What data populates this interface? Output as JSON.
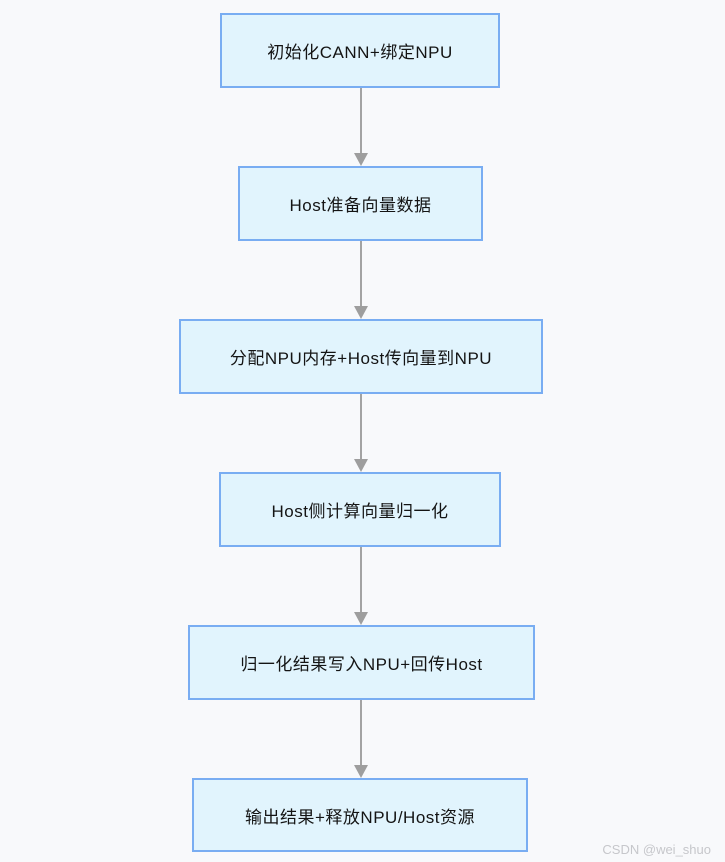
{
  "flowchart": {
    "type": "vertical-flow",
    "nodes": [
      {
        "id": "init-cann",
        "label": "初始化CANN+绑定NPU"
      },
      {
        "id": "host-prepare",
        "label": "Host准备向量数据"
      },
      {
        "id": "alloc-transfer",
        "label": "分配NPU内存+Host传向量到NPU"
      },
      {
        "id": "host-compute",
        "label": "Host侧计算向量归一化"
      },
      {
        "id": "write-back",
        "label": "归一化结果写入NPU+回传Host"
      },
      {
        "id": "output-release",
        "label": "输出结果+释放NPU/Host资源"
      }
    ],
    "connections": [
      {
        "from": "init-cann",
        "to": "host-prepare"
      },
      {
        "from": "host-prepare",
        "to": "alloc-transfer"
      },
      {
        "from": "alloc-transfer",
        "to": "host-compute"
      },
      {
        "from": "host-compute",
        "to": "write-back"
      },
      {
        "from": "write-back",
        "to": "output-release"
      }
    ],
    "colors": {
      "node_fill": "#e1f4fd",
      "node_border": "#79adf2",
      "arrow": "#a3a3a3",
      "background": "#f8f9fb",
      "node_text": "#141414",
      "watermark_text": "#c6c7cb"
    }
  },
  "watermark": {
    "text": "CSDN @wei_shuo"
  }
}
